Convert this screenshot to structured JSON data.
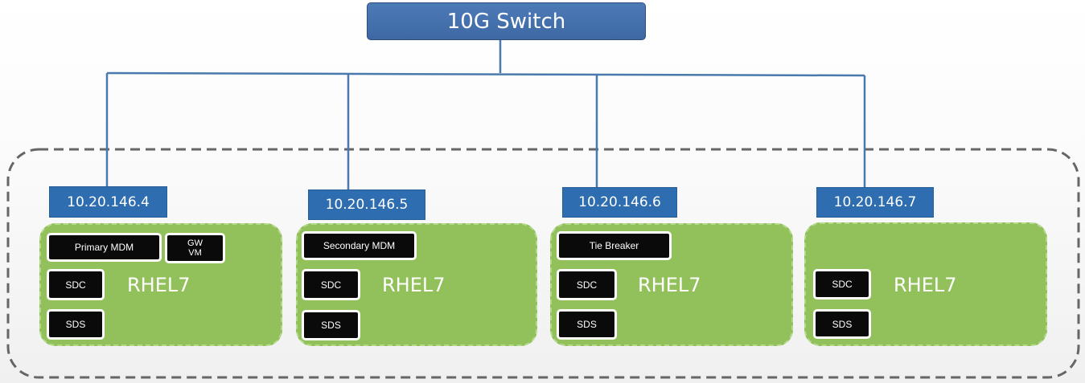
{
  "switch": {
    "label": "10G Switch"
  },
  "colors": {
    "switch_fill": "#3f6ca8",
    "ip_label_fill": "#2e6db0",
    "node_fill": "#92c05a",
    "chip_fill": "#0a0a0a",
    "connector_line": "#4a79ad",
    "cluster_border": "#666666"
  },
  "nodes": [
    {
      "ip": "10.20.146.4",
      "os": "RHEL7",
      "components": [
        "Primary MDM",
        "GW\nVM",
        "SDC",
        "SDS"
      ]
    },
    {
      "ip": "10.20.146.5",
      "os": "RHEL7",
      "components": [
        "Secondary MDM",
        "SDC",
        "SDS"
      ]
    },
    {
      "ip": "10.20.146.6",
      "os": "RHEL7",
      "components": [
        "Tie Breaker",
        "SDC",
        "SDS"
      ]
    },
    {
      "ip": "10.20.146.7",
      "os": "RHEL7",
      "components": [
        "SDC",
        "SDS"
      ]
    }
  ]
}
